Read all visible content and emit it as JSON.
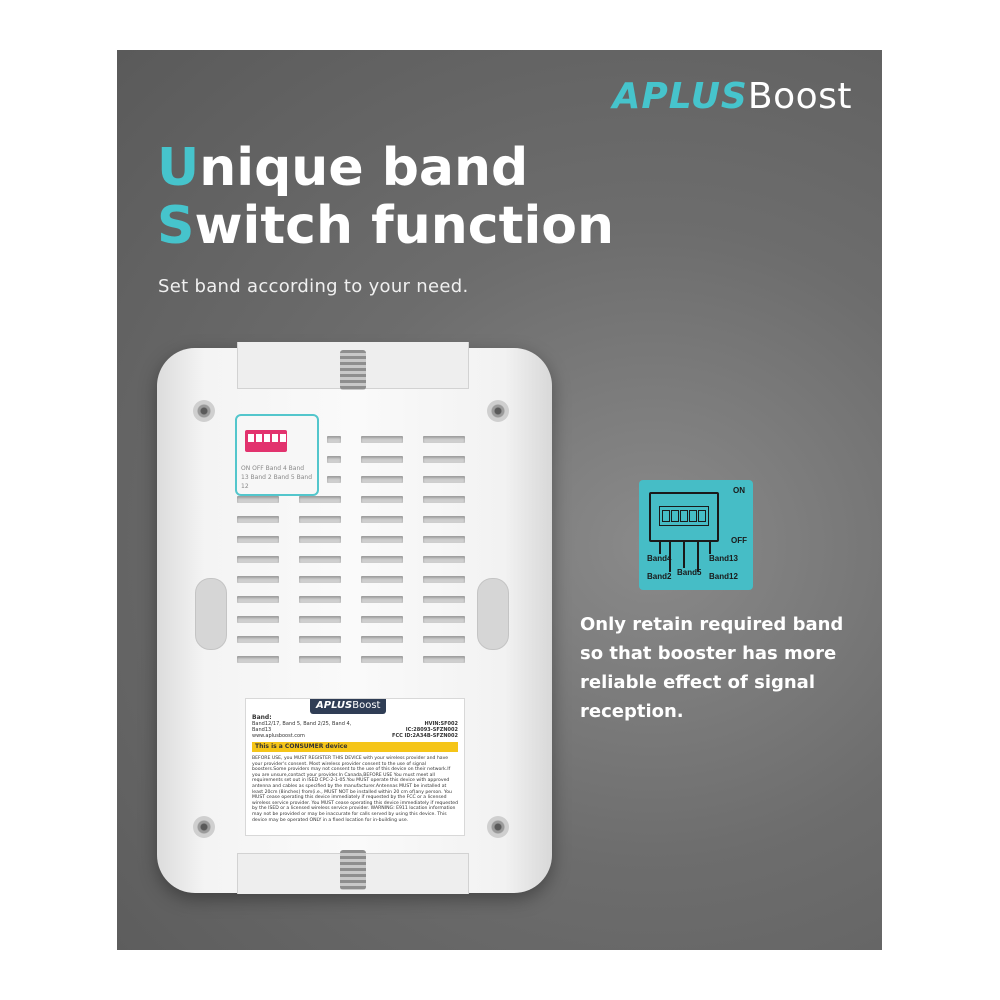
{
  "brand": {
    "part1": "APLUS",
    "part2": "Boost"
  },
  "headline": {
    "line1_cap": "U",
    "line1_rest": "nique band",
    "line2_cap": "S",
    "line2_rest": "witch function"
  },
  "subtitle": "Set band according to your need.",
  "diagram": {
    "on_label": "ON",
    "off_label": "OFF",
    "bands": [
      "Band4",
      "Band13",
      "Band2",
      "Band5",
      "Band12"
    ]
  },
  "description": {
    "lines": [
      "Only retain required band",
      "so that booster has more",
      "reliable effect of signal",
      "reception."
    ]
  },
  "device_label": {
    "brand_part1": "APLUS",
    "brand_part2": "Boost",
    "band_title": "Band:",
    "band_list": "Band12/17, Band 5, Band 2/25, Band 4, Band13",
    "hvin": "HVIN:SF002",
    "ic": "IC:28093-SFZN002",
    "fcc": "FCC ID:2A34B-SFZN002",
    "url": "www.aplusboost.com",
    "consumer": "This is a CONSUMER device",
    "body": "BEFORE USE, you MUST REGISTER THIS DEVICE with your wireless provider and have your provider's consent. Most wireless provider consent to the use of signal boosters.Some providers may not consent to the use of this device on their network.If you are unsure,contact your provider.In Canada,BEFORE USE You must meet all requirements set out in ISED CPC-2-1-05.You MUST operate this device with approved antenna and cables as specified by the manufacturer.Antennas MUST be installed at least 20cm (8inches) from(i.e., MUST NOT be installed within 20 cm of)any person. You MUST cease operating this device immediately if requested by the FCC or a licensed wireless service provider. You MUST cease operating this device immediately if requested by the ISED or a licensed wireless service provider. WARNING: E911 location information may not be provided or may be inaccurate for calls served by using this device. This device may be operated ONLY in a fixed location for in-building use."
  },
  "dip_small": {
    "labels": "ON OFF Band 4 Band 13 Band 2 Band 5 Band 12"
  }
}
